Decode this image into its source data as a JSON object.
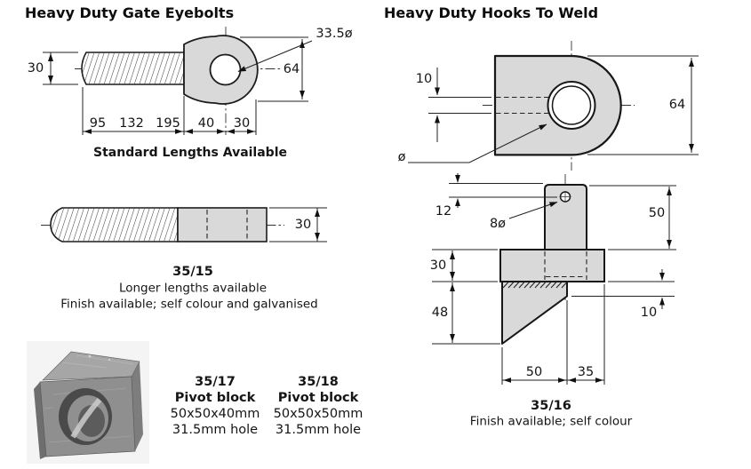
{
  "page": {
    "left": {
      "title": "Heavy Duty Gate Eyebolts",
      "eyebolt": {
        "dim_shaft_dia": "30",
        "dim_hole_dia": "33.5ø",
        "dim_eye_height": "64",
        "len_option_1": "95",
        "len_option_2": "132",
        "len_option_3": "195",
        "dim_eye_to_hole": "40",
        "dim_hole_to_end": "30",
        "caption": "Standard Lengths Available"
      },
      "rod": {
        "dim_dia": "30",
        "code": "35/15",
        "note1": "Longer lengths available",
        "note2": "Finish available; self colour and galvanised"
      },
      "pivot_blocks": [
        {
          "code": "35/17",
          "name": "Pivot block",
          "size": "50x50x40mm",
          "hole": "31.5mm hole"
        },
        {
          "code": "35/18",
          "name": "Pivot block",
          "size": "50x50x50mm",
          "hole": "31.5mm hole"
        }
      ]
    },
    "right": {
      "title": "Heavy Duty Hooks To Weld",
      "front_view": {
        "dim_slot": "10",
        "dim_height": "64",
        "dia_symbol": "ø"
      },
      "side_view": {
        "dim_top_to_hole": "12",
        "dim_pin_hole": "8ø",
        "dim_pin_height": "50",
        "dim_plate_thk": "30",
        "dim_gusset": "48",
        "dim_step": "10",
        "dim_base_50": "50",
        "dim_base_35": "35"
      },
      "code": "35/16",
      "note": "Finish available; self colour"
    }
  }
}
